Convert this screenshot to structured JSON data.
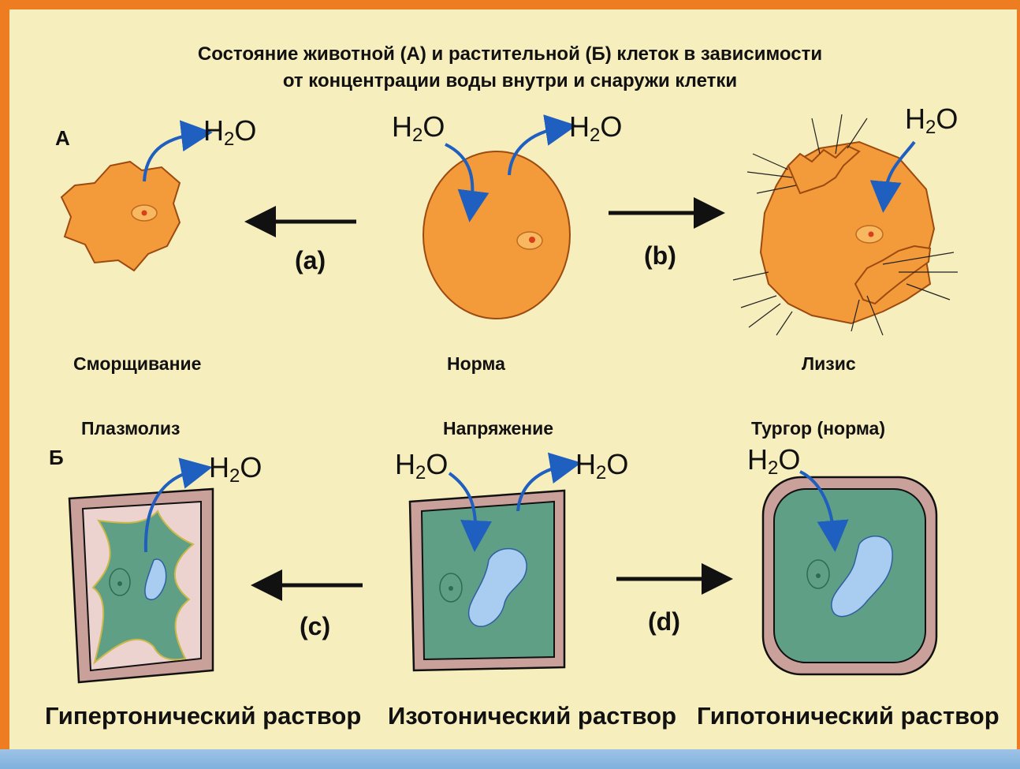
{
  "title": {
    "line1": "Состояние животной (А) и растительной (Б) клеток в зависимости",
    "line2": "от концентрации воды внутри и снаружи клетки"
  },
  "section_a": {
    "letter": "А"
  },
  "section_b": {
    "letter": "Б"
  },
  "water": {
    "main": "H",
    "sub": "2",
    "tail": "O"
  },
  "animal": {
    "shrink_label": "Сморщивание",
    "normal_label": "Норма",
    "lysis_label": "Лизис",
    "arrow_a": "(a)",
    "arrow_b": "(b)"
  },
  "plant": {
    "plasmolysis_label": "Плазмолиз",
    "tension_label": "Напряжение",
    "turgor_label": "Тургор (норма)",
    "arrow_c": "(c)",
    "arrow_d": "(d)"
  },
  "solutions": {
    "hypertonic": "Гипертонический раствор",
    "isotonic": "Изотонический раствор",
    "hypotonic": "Гипотонический раствор"
  },
  "colors": {
    "frame": "#ee7d22",
    "background": "#f7eebd",
    "animal_cell": "#f39a3a",
    "water_arrow": "#1f5fbf",
    "plant_wall": "#c9a09a",
    "cytoplasm": "#5f9f86",
    "vacuole": "#a9cdf0"
  }
}
